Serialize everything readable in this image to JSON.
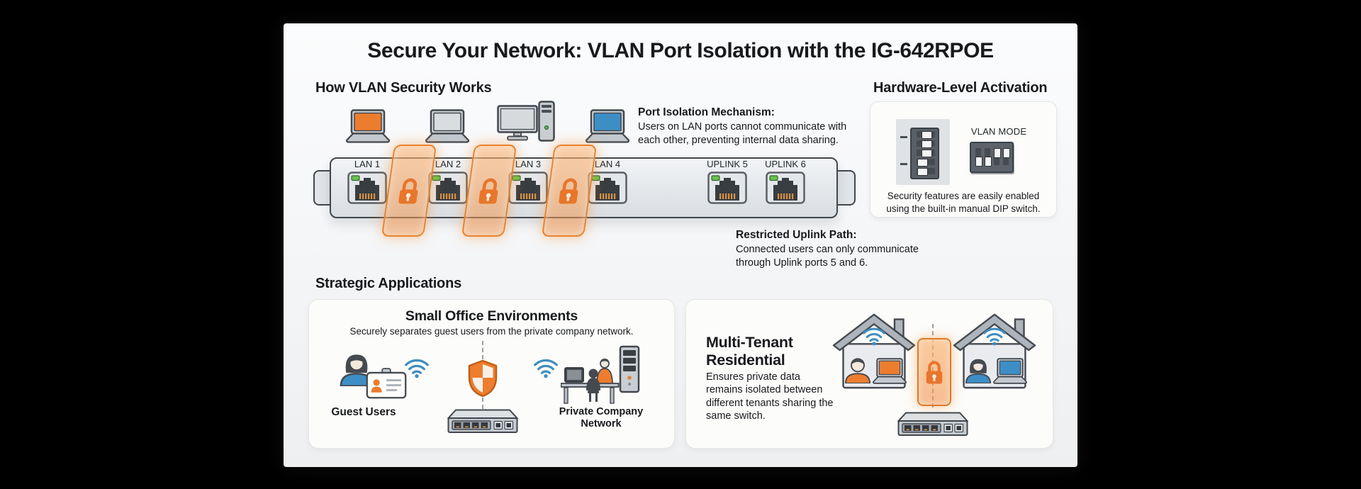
{
  "page": {
    "title": "Secure Your Network: VLAN Port Isolation with the IG-642RPOE"
  },
  "how_it_works": {
    "heading": "How VLAN Security Works",
    "ports": [
      {
        "label": "LAN 1"
      },
      {
        "label": "LAN 2"
      },
      {
        "label": "LAN 3"
      },
      {
        "label": "LAN 4"
      },
      {
        "label": "UPLINK 5"
      },
      {
        "label": "UPLINK 6"
      }
    ],
    "port_isolation": {
      "title": "Port Isolation Mechanism:",
      "body": "Users on LAN ports cannot communicate with each other, preventing internal data sharing."
    },
    "restricted_uplink": {
      "title": "Restricted Uplink Path:",
      "body": "Connected users can only communicate through Uplink ports 5 and 6."
    }
  },
  "hardware_activation": {
    "heading": "Hardware-Level Activation",
    "dip_label": "VLAN MODE",
    "body": "Security features are easily enabled using the built-in manual DIP switch."
  },
  "strategic_applications": {
    "heading": "Strategic Applications",
    "small_office": {
      "title": "Small Office Environments",
      "subtitle": "Securely separates guest users from the private company network.",
      "guest_label": "Guest Users",
      "private_label": "Private Company Network"
    },
    "multi_tenant": {
      "title": "Multi-Tenant Residential",
      "body": "Ensures private data remains isolated between different tenants sharing the same switch."
    }
  },
  "icons": {
    "lock": "padlock",
    "wifi": "wifi-waves",
    "shield": "security-shield",
    "ethernet_port": "rj45-jack",
    "dip_switch": "dip-switch",
    "laptop": "laptop",
    "desktop": "desktop-pc-with-tower",
    "network_switch": "desktop-network-switch",
    "house": "house-with-chimney",
    "guest_user": "person-with-id-badge",
    "office_team": "workstation-with-team-and-server"
  },
  "colors": {
    "accent_orange": "#ED7D2E",
    "accent_blue": "#3E8EC6",
    "led_green": "#6CC14D",
    "divider_border": "#E8832F",
    "background": "#000000"
  }
}
